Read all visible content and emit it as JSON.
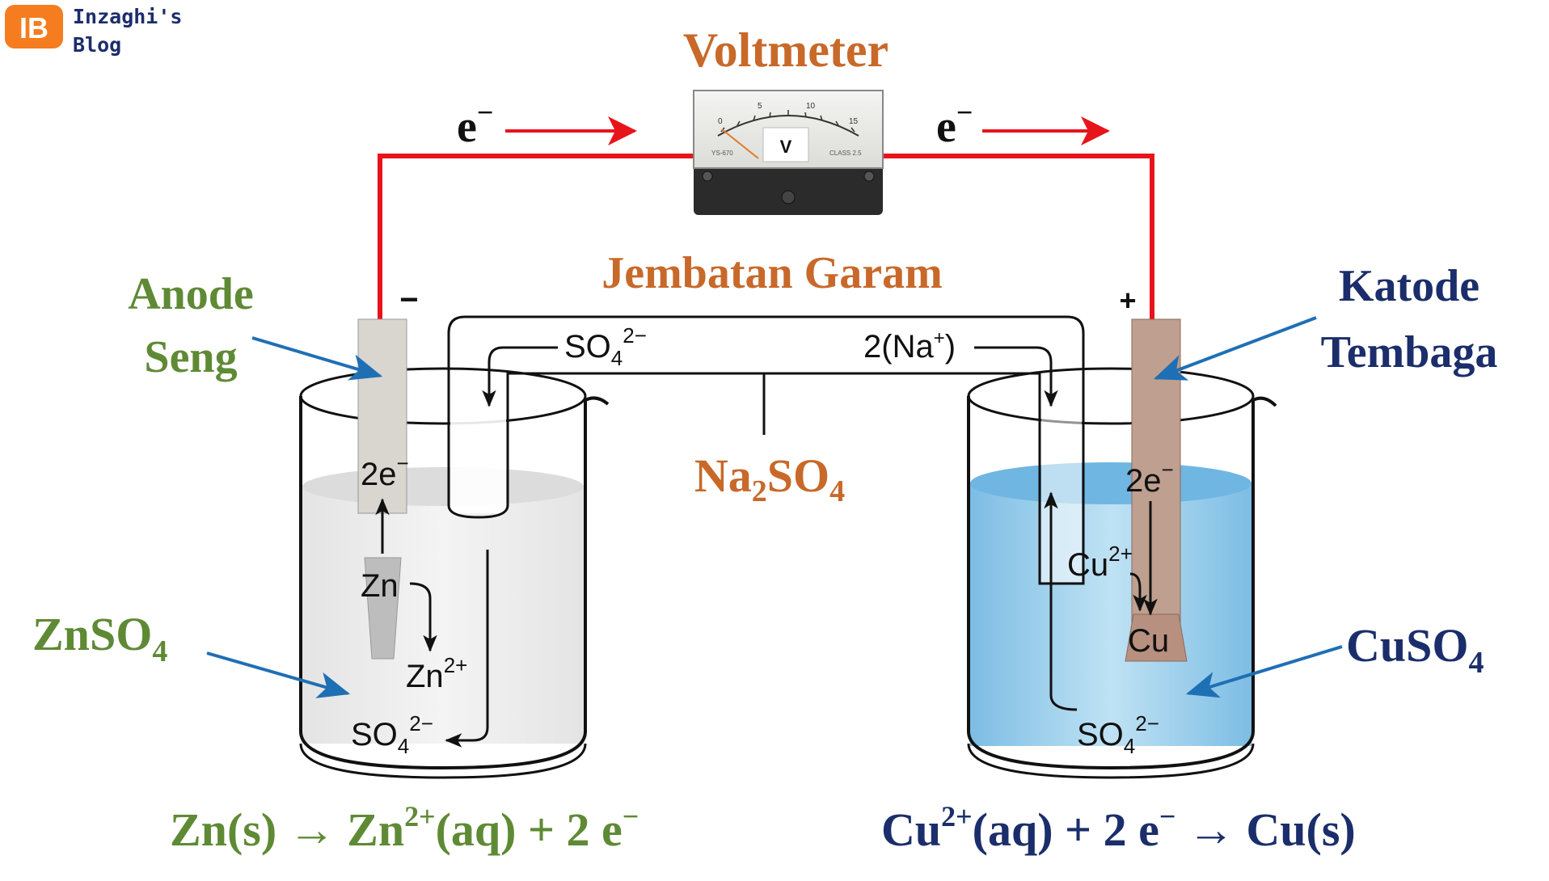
{
  "brand": {
    "line1": "Inzaghi's",
    "line2": "Blog",
    "logo_icon": "blogger-logo-icon"
  },
  "voltmeter": {
    "title": "Voltmeter",
    "unit_label": "V",
    "scale_ticks": [
      "0",
      "5",
      "10",
      "15"
    ],
    "model_text": "YS-670",
    "class_text": "CLASS 2.5"
  },
  "electron_flow": {
    "left_label": "e",
    "right_label": "e",
    "superscript": "−"
  },
  "salt_bridge": {
    "title": "Jembatan Garam",
    "left_ion": "SO",
    "left_ion_sub": "4",
    "left_ion_sup": "2−",
    "right_ion": "2(Na",
    "right_ion_sup": "+",
    "right_ion_close": ")",
    "solution": "Na",
    "solution_sub1": "2",
    "solution_mid": "SO",
    "solution_sub2": "4"
  },
  "anode": {
    "title_line1": "Anode",
    "title_line2": "Seng",
    "sign": "−",
    "solution": "ZnSO",
    "solution_sub": "4",
    "electrons": "2e",
    "electrons_sup": "−",
    "metal": "Zn",
    "ion": "Zn",
    "ion_sup": "2+",
    "anion": "SO",
    "anion_sub": "4",
    "anion_sup": "2−",
    "reaction": {
      "left": "Zn(s) → Zn",
      "sup": "2+",
      "right": "(aq) + 2 e",
      "e_sup": "−"
    }
  },
  "cathode": {
    "title_line1": "Katode",
    "title_line2": "Tembaga",
    "sign": "+",
    "solution": "CuSO",
    "solution_sub": "4",
    "electrons": "2e",
    "electrons_sup": "−",
    "ion": "Cu",
    "ion_sup": "2+",
    "metal": "Cu",
    "anion": "SO",
    "anion_sub": "4",
    "anion_sup": "2−",
    "reaction": {
      "left": "Cu",
      "sup": "2+",
      "mid": "(aq) + 2 e",
      "e_sup": "−",
      "right": " → Cu(s)"
    }
  },
  "colors": {
    "wire": "#e8141c",
    "brand_orange": "#f57c1f",
    "label_orange": "#c8692a",
    "anode_green": "#5f8a35",
    "cathode_navy": "#1b2e6b",
    "pointer_blue": "#1f6fb5",
    "cuso4_blue": "#8fc9e8"
  }
}
